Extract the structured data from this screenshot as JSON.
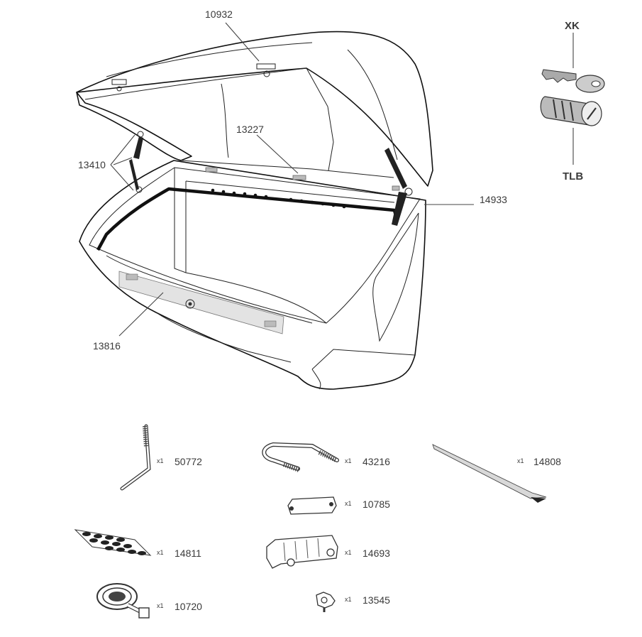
{
  "callouts": {
    "c10932": "10932",
    "c13227": "13227",
    "c13410": "13410",
    "c14933": "14933",
    "c13816": "13816"
  },
  "key_labels": {
    "xk": "XK",
    "tlb": "TLB"
  },
  "parts": [
    {
      "qty": "x1",
      "code": "50772"
    },
    {
      "qty": "x1",
      "code": "43216"
    },
    {
      "qty": "x1",
      "code": "14808"
    },
    {
      "qty": "x1",
      "code": "10785"
    },
    {
      "qty": "x1",
      "code": "14811"
    },
    {
      "qty": "x1",
      "code": "14693"
    },
    {
      "qty": "x1",
      "code": "10720"
    },
    {
      "qty": "x1",
      "code": "13545"
    }
  ]
}
